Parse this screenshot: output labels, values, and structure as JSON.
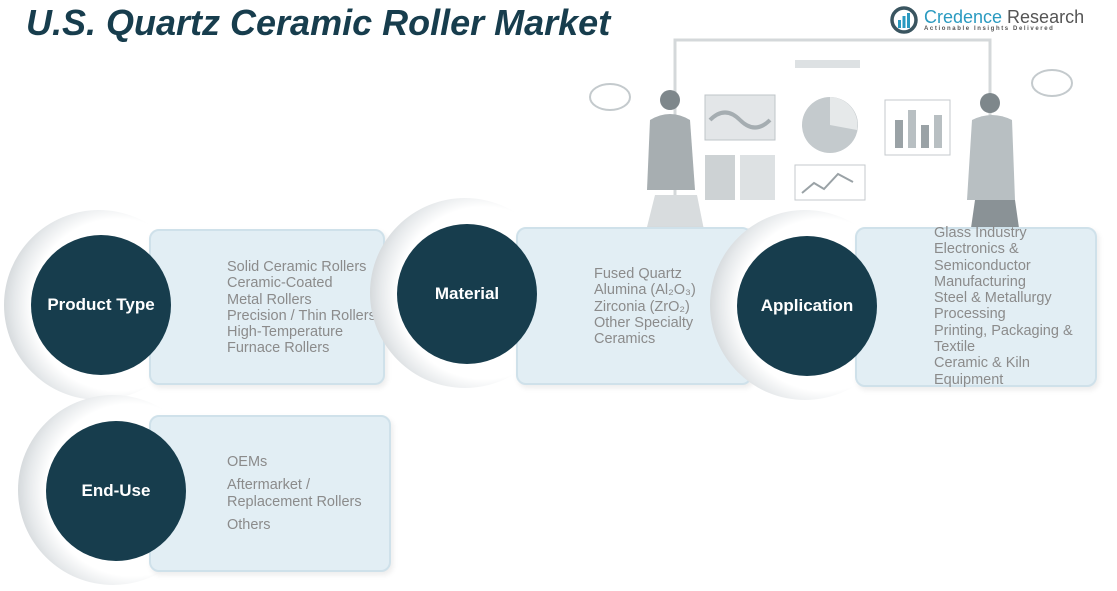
{
  "title": "U.S. Quartz Ceramic Roller Market",
  "logo": {
    "brand_first": "Credence",
    "brand_second": " Research",
    "tagline": "Actionable Insights Delivered"
  },
  "segments": [
    {
      "label": "Product Type",
      "items": [
        "Solid Ceramic Rollers",
        "Ceramic-Coated Metal Rollers",
        "Precision / Thin Rollers",
        "High-Temperature Furnace Rollers"
      ]
    },
    {
      "label": "Material",
      "items": [
        "Fused Quartz",
        "Alumina (Al₂O₃)",
        "Zirconia (ZrO₂)",
        "Other Specialty Ceramics"
      ]
    },
    {
      "label": "Application",
      "items": [
        "Glass Industry",
        "Electronics & Semiconductor Manufacturing",
        "Steel & Metallurgy Processing",
        "Printing, Packaging & Textile",
        "Ceramic & Kiln Equipment"
      ]
    },
    {
      "label": "End-Use",
      "items": [
        "OEMs",
        "Aftermarket / Replacement Rollers",
        "Others"
      ]
    }
  ],
  "colors": {
    "dark": "#173d4d",
    "box": "#e2eef4",
    "text": "#8b8b8b"
  }
}
